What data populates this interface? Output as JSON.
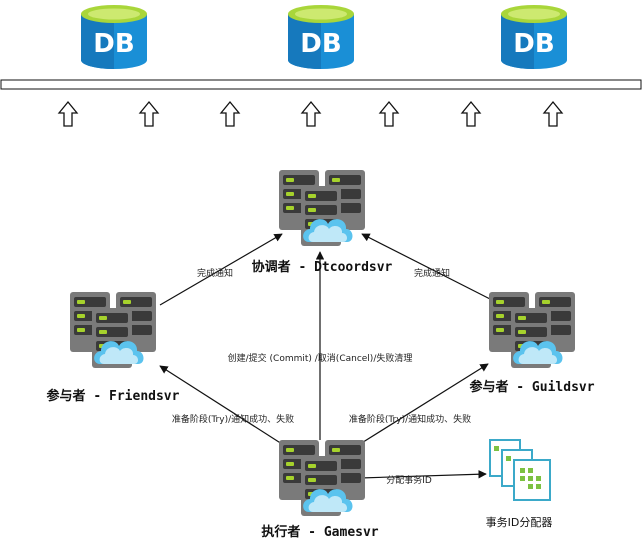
{
  "databases": [
    {
      "label": "DB"
    },
    {
      "label": "DB"
    },
    {
      "label": "DB"
    }
  ],
  "nodes": {
    "coordinator": {
      "label": "协调者 - Dtcoordsvr"
    },
    "participant_left": {
      "label": "参与者 - Friendsvr"
    },
    "participant_right": {
      "label": "参与者 - Guildsvr"
    },
    "executor": {
      "label": "执行者 - Gamesvr"
    },
    "id_allocator": {
      "label": "事务ID分配器"
    }
  },
  "edges": {
    "left_to_coord": "完成通知",
    "right_to_coord": "完成通知",
    "exec_to_coord": "创建/提交 (Commit) /取消(Cancel)/失败清理",
    "exec_to_left": "准备阶段(Try)/通知成功、失败",
    "exec_to_right": "准备阶段(Try)/通知成功、失败",
    "exec_to_allocator": "分配事务ID"
  },
  "colors": {
    "db_body": "#1a8fd6",
    "db_top": "#a9d63a",
    "server_body": "#7a7a7a",
    "server_dark": "#3a3a3a",
    "led": "#a6d22c",
    "cloud": "#5bc3ee",
    "allocator": "#3ba9c9"
  }
}
